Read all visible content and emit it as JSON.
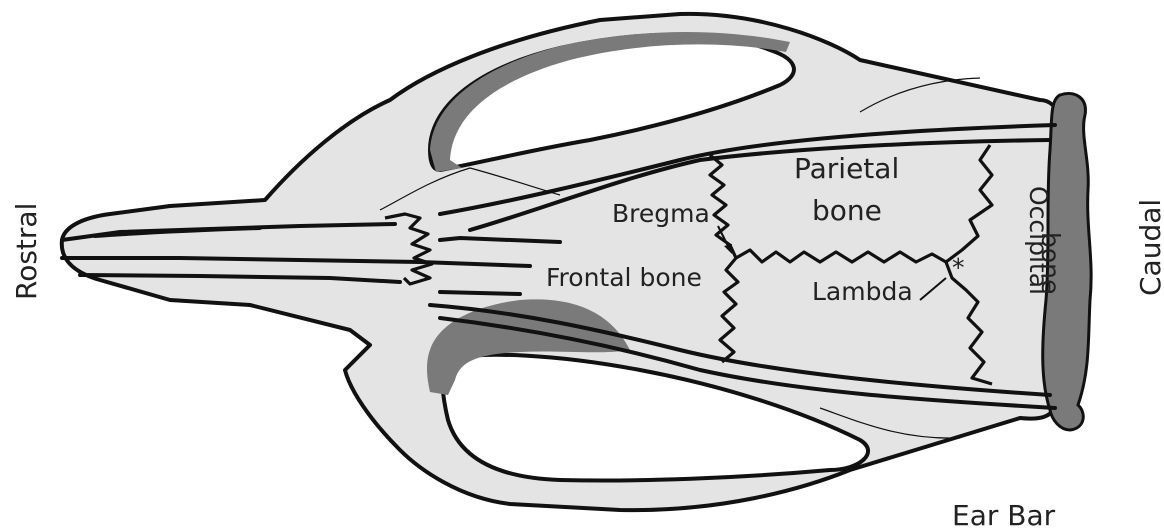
{
  "labels": {
    "rostral": "Rostral",
    "caudal": "Caudal",
    "ear_bar": "Ear Bar",
    "bregma": "Bregma",
    "parietal_line1": "Parietal",
    "parietal_line2": "bone",
    "frontal": "Frontal bone",
    "lambda": "Lambda",
    "occipital": "Occipital",
    "occipital_bone": "bone",
    "asterisk": "*"
  },
  "colors": {
    "bone_fill": "#e4e4e4",
    "shadow_fill": "#7a7a7a",
    "outline": "#111111",
    "text": "#222222"
  }
}
